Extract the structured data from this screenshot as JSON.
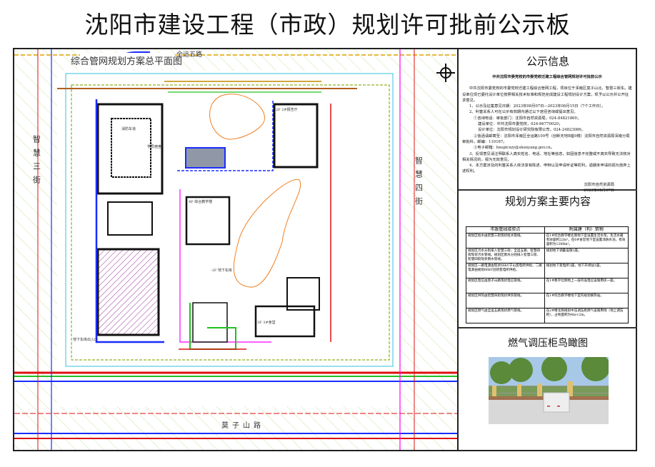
{
  "header": {
    "title": "沈阳市建设工程（市政）规划许可批前公示板"
  },
  "map": {
    "title": "综合管网规划方案总平面图",
    "roads": {
      "north": "全运五路",
      "west": "智慧三街",
      "east": "智慧四街",
      "south": "莫子山路"
    },
    "labels": {
      "b1": "2F 2#报告厅",
      "b2": "4F 综合教学楼",
      "b3": "-1F 地下车库",
      "b4": "3F 3#食堂",
      "b5": "消防车道",
      "b6": "地下车库出入口",
      "b7": "学员宿舍"
    }
  },
  "notice": {
    "section_title": "公示信息",
    "title": "中共沈阳市委党校的市委党校迁建工程综合管网规划许可批前公示",
    "paragraphs": [
      "中共沈阳市委党校的市委党校迁建工程综合管网工程，项目位于浑南区莫子山北、智慧三街东。建设单位现已委托设计单位按照相关技术标准和规范完成建设工程规划设计方案，现予以公示并公开征求意见。",
      "1、公示及征集意见日期：2023年08月07日—2023年08月15日（7个工作日）。",
      "2、利害关系人可在公示有效期内通过以下途径咨询或提出意见。",
      "①咨询电话：审批部门：沈阳市自然资源局，024-84821869；",
      "建设单位：中共沈阳市委党校，024-86770020；",
      "设计单位：沈阳市规划设计研究院有限公司，024-24823086。",
      "②信函请邮寄至：沈阳市浑南区全运路109号（创新天地B座9楼）沈阳市自然资源局浑南分局审批科，邮编：110167。",
      "③电子邮箱：hnsplcxzy@shenyang.gov.cn。",
      "3、反馈意见请注明联系人真实姓名、电话、地址等信息，如因信息不完整或不真实导致无法核对相关情况的，视为无效意见。",
      "4、本方案涉及的利害关系人依法享有陈述、申辩以及申请听证等权利，逾期未申请的视为放弃上述权利。"
    ],
    "signature": "沈阳市自然资源局",
    "date": "2023年08月07日"
  },
  "plan": {
    "section_title": "规划方案主要内容",
    "headers": [
      "市政管线接驳点",
      "附属建（构）筑物"
    ],
    "rows": [
      [
        "规划区给水由智慧三街现状给水管线。",
        "在1#综合教学楼北侧地下室设置生活水泵，生活水箱有效容积22m³，在6#食堂地下室设置消防水池，有效容积为1368m³。"
      ],
      [
        "规划区污水分别排入智慧三街、全运五路、智慧四街现状污水管线。规划区雨水分别排入智慧三街、智慧四街现状雨水管线。",
        "规划地下调蓄设施1座。"
      ],
      [
        "规划区一路电源由现状66kV于山变电所供给，二路电源由规划66kV创新变电所供给。",
        "规划地下变电所3座，地下开闭站1座。"
      ],
      [
        "规划区电信由莫子山路现状电信管线。",
        "在1#教学北侧地上一层内设电信设施用房一座。"
      ],
      [
        "规划区供热由智慧四街现状供热管线。",
        "在1#综合教学楼地下室内规划换热站。"
      ],
      [
        "规划区燃气由全运五路现状燃气管线。",
        "在2#楼北侧规划中压调压柜燃气设施用地（地上调压柜），占地面积为4m×2m。"
      ]
    ]
  },
  "photo": {
    "section_title": "燃气调压柜鸟瞰图"
  },
  "colors": {
    "water": "#1a2cff",
    "power": "#e01010",
    "gas": "#c08a00",
    "heat": "#b06020",
    "telecom": "#20c020",
    "rain": "#90b020",
    "fence": "#ff00ff"
  }
}
